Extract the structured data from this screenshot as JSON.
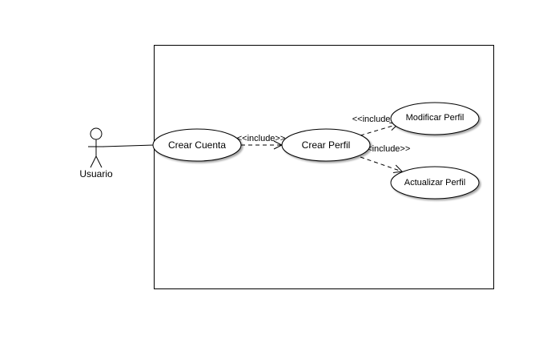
{
  "diagram": {
    "type": "use-case",
    "actor": {
      "label": "Usuario"
    },
    "use_cases": {
      "crear_cuenta": "Crear Cuenta",
      "crear_perfil": "Crear Perfil",
      "modificar_perfil": "Modificar Perfil",
      "actualizar_perfil": "Actualizar Perfil"
    },
    "relations": [
      {
        "from": "crear_cuenta",
        "to": "crear_perfil",
        "label": "<<include>>"
      },
      {
        "from": "crear_perfil",
        "to": "modificar_perfil",
        "label": "<<include>>"
      },
      {
        "from": "crear_perfil",
        "to": "actualizar_perfil",
        "label": "<<include>>"
      }
    ]
  }
}
